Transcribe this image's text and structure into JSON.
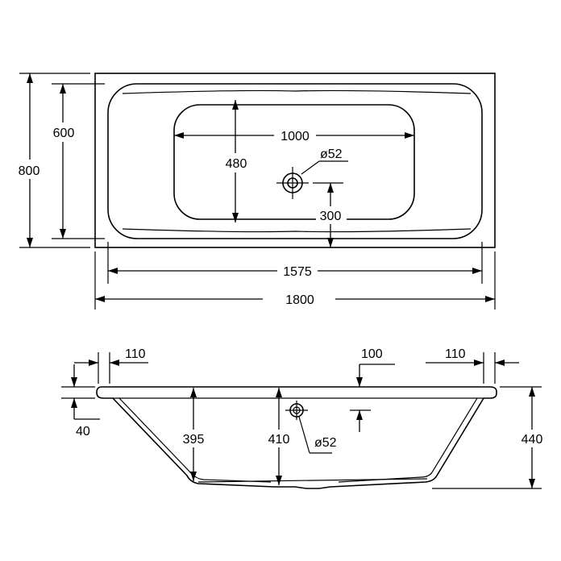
{
  "top_view": {
    "dim_width_total": "1800",
    "dim_width_inner": "1575",
    "dim_height_total": "800",
    "dim_height_inner": "600",
    "dim_bottom_length": "1000",
    "dim_bottom_width": "480",
    "dim_drain_offset": "300",
    "drain_diameter": "ø52"
  },
  "side_view": {
    "dim_left_rim": "110",
    "dim_right_rim": "110",
    "dim_rim_thickness": "40",
    "dim_depth_left": "395",
    "dim_depth_center": "410",
    "dim_total_height": "440",
    "dim_overflow_offset": "100",
    "overflow_diameter": "ø52"
  },
  "colors": {
    "line": "#000000",
    "background": "#ffffff"
  }
}
